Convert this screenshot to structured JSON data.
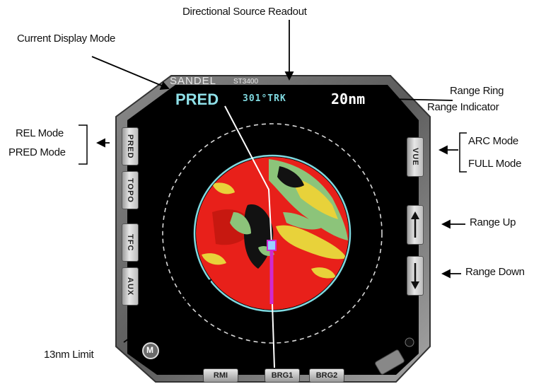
{
  "callouts": {
    "directional_source": "Directional Source Readout",
    "display_mode": "Current Display Mode",
    "range_ring_line1": "Range Ring",
    "range_ring_line2": "Range Indicator",
    "rel_mode": "REL Mode",
    "pred_mode": "PRED Mode",
    "arc_mode": "ARC Mode",
    "full_mode": "FULL Mode",
    "range_up": "Range Up",
    "range_down": "Range Down",
    "limit": "13nm Limit"
  },
  "instrument": {
    "brand": "SANDEL",
    "model": "ST3400",
    "mode": "PRED",
    "heading": "301°TRK",
    "range": "20nm"
  },
  "buttons": {
    "rel": "PRED",
    "topo": "TOPO",
    "tfc": "TFC",
    "aux": "AUX",
    "view": "VUE",
    "rmi": "RMI",
    "brg1": "BRG1",
    "brg2": "BRG2",
    "menu": "M"
  },
  "colors": {
    "mode_text": "#8fe0e8",
    "ring": "#7fd8df",
    "terrain_red": "#e8201a",
    "terrain_yellow": "#e8d23a",
    "terrain_green": "#8cc47a",
    "terrain_black": "#121212",
    "track_line": "#d02ad0"
  }
}
